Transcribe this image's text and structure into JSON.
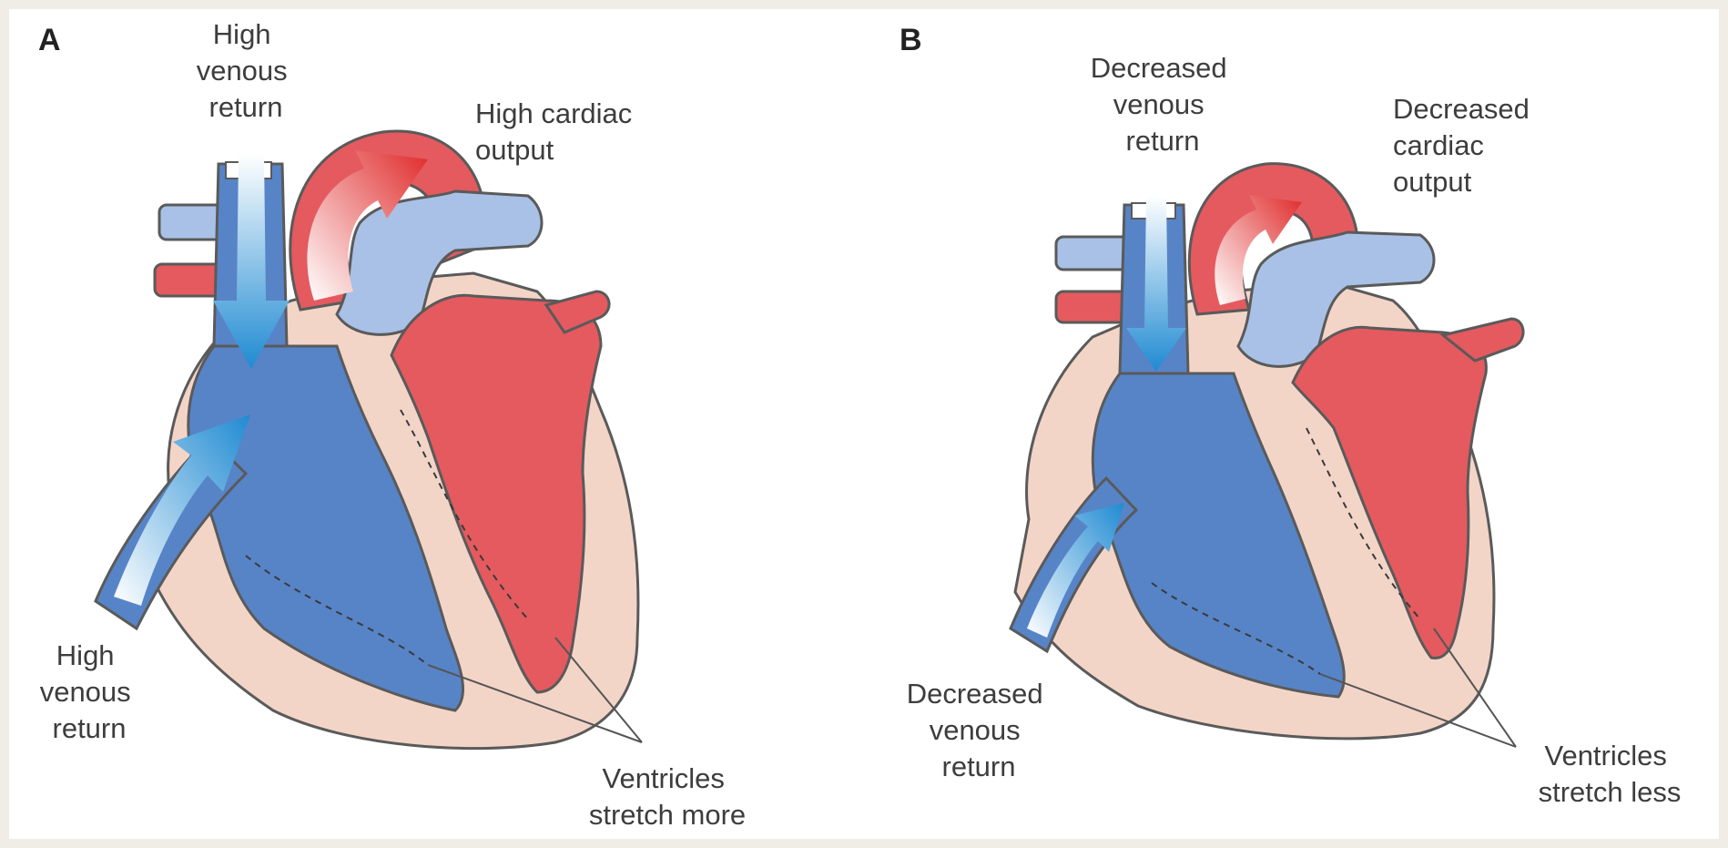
{
  "panels": [
    {
      "letter": "A",
      "top_label": [
        "High",
        "venous",
        "return"
      ],
      "output_label": [
        "High cardiac",
        "output"
      ],
      "side_label": [
        "High",
        "venous",
        "return"
      ],
      "ventricle_label": [
        "Ventricles",
        "stretch more"
      ]
    },
    {
      "letter": "B",
      "top_label": [
        "Decreased",
        "venous",
        "return"
      ],
      "output_label": [
        "Decreased",
        "cardiac",
        "output"
      ],
      "side_label": [
        "Decreased",
        "venous",
        "return"
      ],
      "ventricle_label": [
        "Ventricles",
        "stretch less"
      ]
    }
  ],
  "colors": {
    "tissue": "#f3d5c8",
    "outline": "#5a5a5a",
    "deoxygenated": "#5784c7",
    "deoxygenated_light": "#a9c1e6",
    "oxygenated": "#e45a5f",
    "oxygenated_light": "#f1a0a0",
    "arrow_blue": "#1f8ad2",
    "arrow_red": "#e02a2a"
  }
}
